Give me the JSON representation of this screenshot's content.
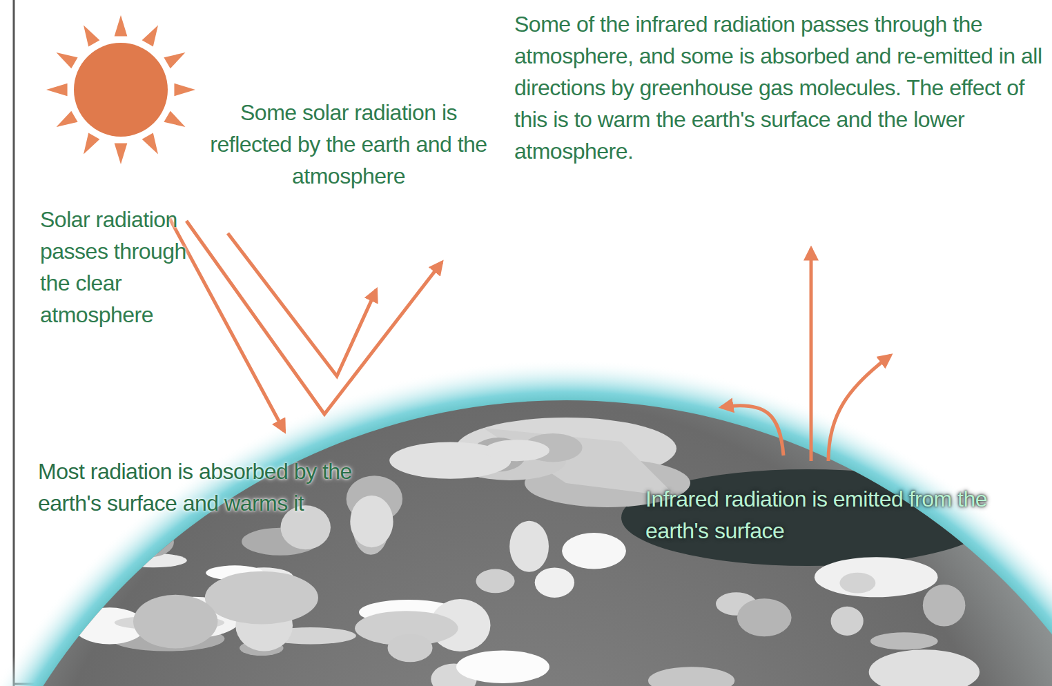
{
  "diagram": {
    "labels": [
      "Solar radiation passes through the clear atmosphere",
      "Some solar radiation is reflected by the earth and the atmosphere",
      "Some of the infrared radiation passes through the atmosphere, and some is absorbed and re-emitted in all directions by greenhouse gas molecules. The effect of this is to warm the earth's surface and the lower atmosphere.",
      "Most radiation is absorbed by the earth's surface and warms it",
      "Infrared radiation is emitted from the earth's surface"
    ]
  }
}
